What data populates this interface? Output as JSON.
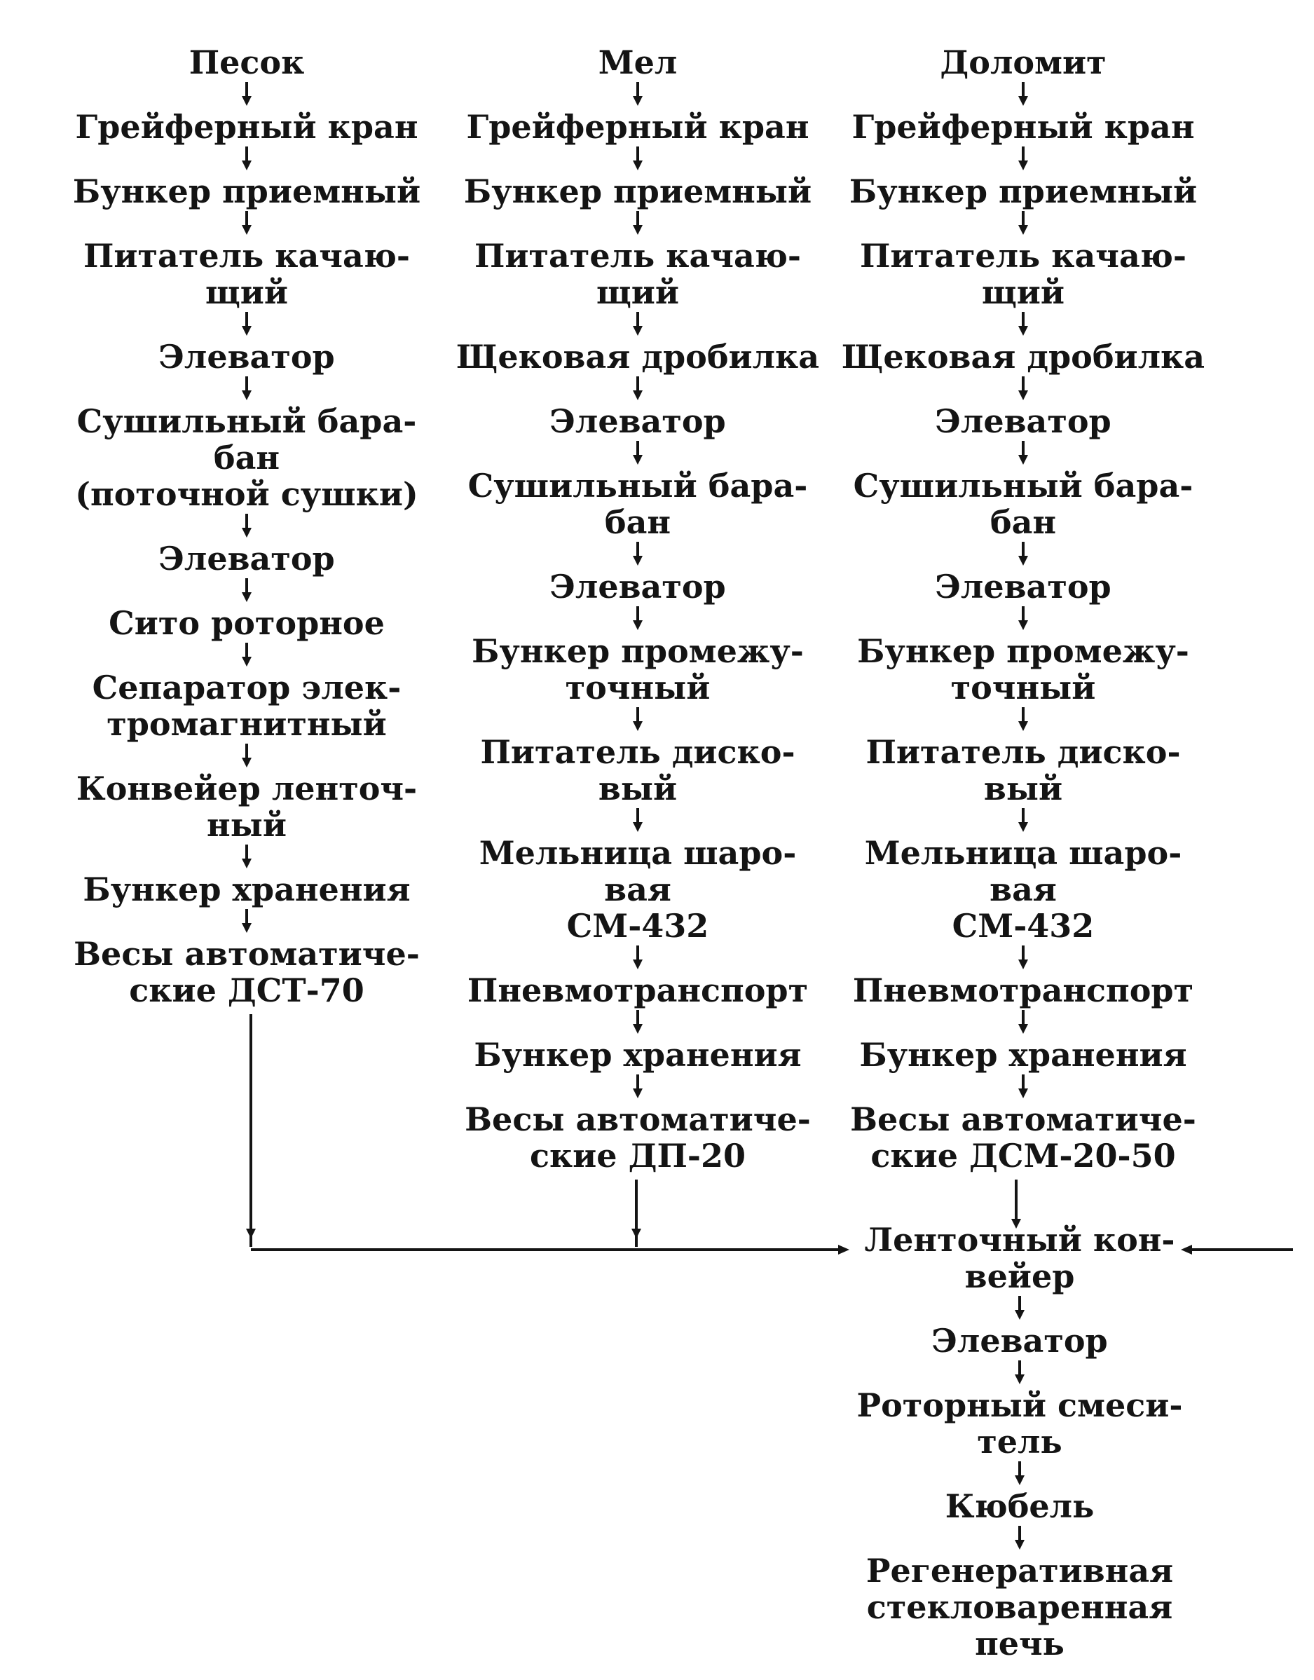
{
  "columns": [
    {
      "id": "sand",
      "title": "Песок",
      "steps": [
        [
          "Грейферный кран"
        ],
        [
          "Бункер приемный"
        ],
        [
          "Питатель качаю-",
          "щий"
        ],
        [
          "Элеватор"
        ],
        [
          "Сушильный бара-",
          "бан",
          "(поточной сушки)"
        ],
        [
          "Элеватор"
        ],
        [
          "Сито роторное"
        ],
        [
          "Сепаратор элек-",
          "тромагнитный"
        ],
        [
          "Конвейер ленточ-",
          "ный"
        ],
        [
          "Бункер хранения"
        ],
        [
          "Весы автоматиче-",
          "ские ДСТ-70"
        ]
      ]
    },
    {
      "id": "chalk",
      "title": "Мел",
      "steps": [
        [
          "Грейферный кран"
        ],
        [
          "Бункер приемный"
        ],
        [
          "Питатель качаю-",
          "щий"
        ],
        [
          "Щековая дробилка"
        ],
        [
          "Элеватор"
        ],
        [
          "Сушильный бара-",
          "бан"
        ],
        [
          "Элеватор"
        ],
        [
          "Бункер промежу-",
          "точный"
        ],
        [
          "Питатель диско-",
          "вый"
        ],
        [
          "Мельница шаро-",
          "вая",
          "СМ-432"
        ],
        [
          "Пневмотранспорт"
        ],
        [
          "Бункер хранения"
        ],
        [
          "Весы автоматиче-",
          "ские ДП-20"
        ]
      ]
    },
    {
      "id": "dolomite",
      "title": "Доломит",
      "steps": [
        [
          "Грейферный кран"
        ],
        [
          "Бункер приемный"
        ],
        [
          "Питатель качаю-",
          "щий"
        ],
        [
          "Щековая дробилка"
        ],
        [
          "Элеватор"
        ],
        [
          "Сушильный бара-",
          "бан"
        ],
        [
          "Элеватор"
        ],
        [
          "Бункер промежу-",
          "точный"
        ],
        [
          "Питатель диско-",
          "вый"
        ],
        [
          "Мельница шаро-",
          "вая",
          "СМ-432"
        ],
        [
          "Пневмотранспорт"
        ],
        [
          "Бункер хранения"
        ],
        [
          "Весы автоматиче-",
          "ские ДСМ-20-50"
        ]
      ]
    }
  ],
  "common": {
    "steps": [
      [
        "Ленточный кон-",
        "вейер"
      ],
      [
        "Элеватор"
      ],
      [
        "Роторный смеси-",
        "тель"
      ],
      [
        "Кюбель"
      ],
      [
        "Регенеративная",
        "стекловаренная",
        "печь"
      ]
    ]
  }
}
